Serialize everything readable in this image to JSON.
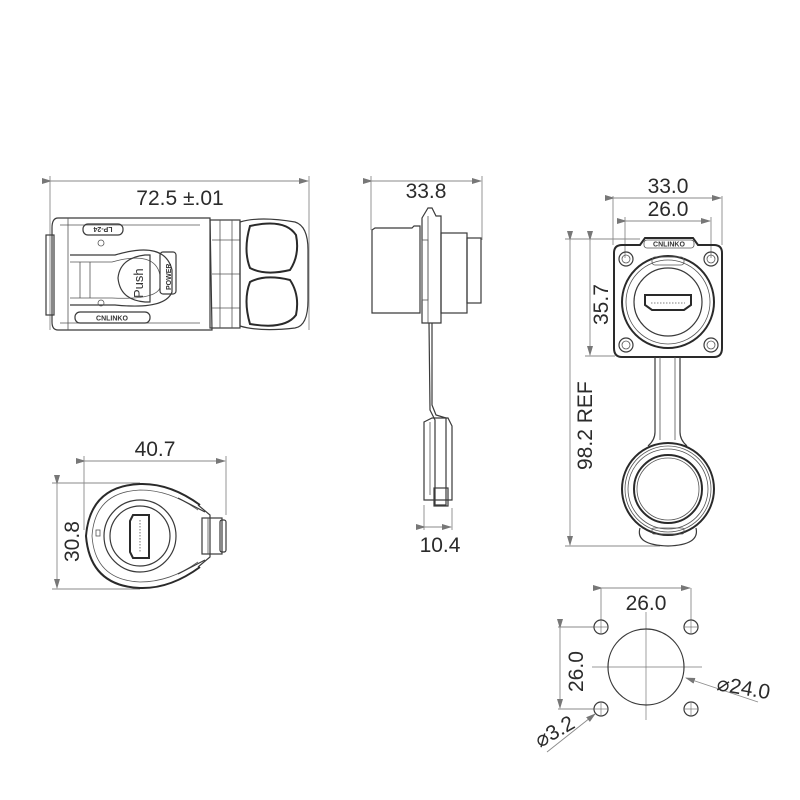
{
  "drawing": {
    "title": "Panel-mount HDMI connector dimension drawing",
    "units": "mm",
    "line_color": "#3a3a3a",
    "dimension_line_color": "#8a8a8a",
    "background": "#ffffff"
  },
  "views": {
    "plug_top": {
      "overall_length": "72.5 ±.01",
      "markings": {
        "push": "Push",
        "power": "POWER",
        "model": "LP-24",
        "brand": "CNLINKO"
      }
    },
    "receptacle_side": {
      "overall_depth": "33.8",
      "cap_thickness": "10.4"
    },
    "receptacle_front": {
      "flange_width": "33.0",
      "hole_spacing": "26.0",
      "flange_height": "35.7",
      "overall_height": "98.2 REF",
      "brand": "CNLINKO"
    },
    "plug_front": {
      "width": "40.7",
      "height": "30.8"
    },
    "panel_cutout": {
      "hole_spacing_horizontal": "26.0",
      "hole_spacing_vertical": "26.0",
      "center_hole_diameter": "⌀24.0",
      "mount_hole_diameter": "⌀3.2"
    }
  }
}
